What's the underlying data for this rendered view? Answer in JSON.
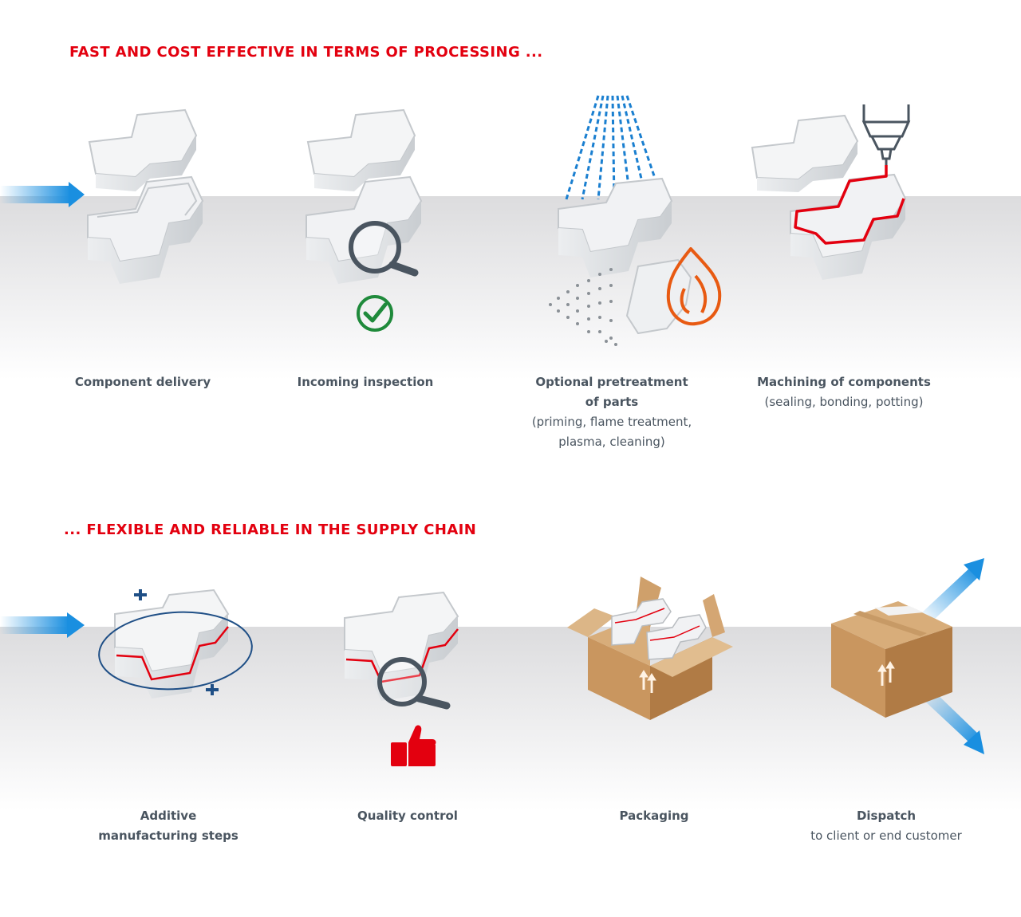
{
  "headings": {
    "processing": "FAST AND COST EFFECTIVE IN TERMS OF PROCESSING ...",
    "supply_chain": "... FLEXIBLE AND RELIABLE IN THE SUPPLY CHAIN"
  },
  "steps_top": [
    {
      "title": "Component delivery",
      "icon": "component-with-arrow"
    },
    {
      "title": "Incoming inspection",
      "icon": "magnifier-check"
    },
    {
      "title_line1": "Optional pretreatment",
      "title_line2": "of parts",
      "detail_line1": "(priming, flame treatment,",
      "detail_line2": "plasma, cleaning)",
      "icon": "spray-flame"
    },
    {
      "title": "Machining of components",
      "detail": "(sealing, bonding, potting)",
      "icon": "dispenser-nozzle"
    }
  ],
  "steps_bottom": [
    {
      "title_line1": "Additive",
      "title_line2": "manufacturing steps",
      "icon": "rotation-ring"
    },
    {
      "title": "Quality control",
      "icon": "magnifier-thumbs-up"
    },
    {
      "title": "Packaging",
      "icon": "open-box"
    },
    {
      "title": "Dispatch",
      "detail": "to client or end customer",
      "icon": "closed-box-arrows"
    }
  ],
  "colors": {
    "accent_red": "#e3000f",
    "text_gray": "#4a5560",
    "arrow_blue": "#1a8fe0",
    "check_green": "#1f8a3b",
    "flame_orange": "#e85a12",
    "box_brown": "#c9965f"
  }
}
